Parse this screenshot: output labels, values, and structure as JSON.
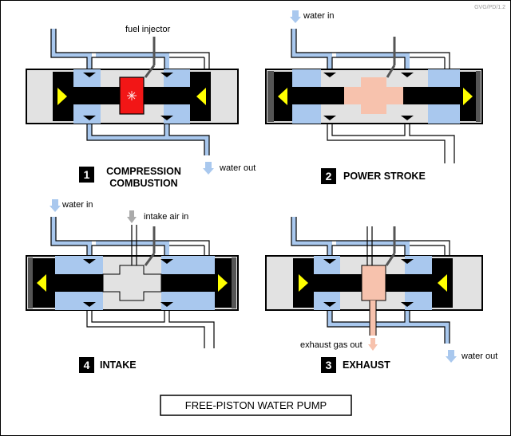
{
  "credit": "GVG/PD/1.2",
  "title": "FREE-PISTON WATER PUMP",
  "colors": {
    "water": "#a9c8ee",
    "cylinder": "#e2e2e2",
    "piston": "#000000",
    "combustion": "#f21616",
    "hot_gas": "#f7c2ad",
    "intake_air": "#e2e2e2",
    "arrow_yellow": "#ffff00"
  },
  "panels": [
    {
      "number": "1",
      "label_lines": [
        "COMPRESSION",
        "COMBUSTION"
      ],
      "labels": [
        "fuel injector",
        "water out"
      ]
    },
    {
      "number": "2",
      "label_lines": [
        "POWER STROKE"
      ],
      "labels": [
        "water in"
      ]
    },
    {
      "number": "4",
      "label_lines": [
        "INTAKE"
      ],
      "labels": [
        "water in",
        "intake air in"
      ]
    },
    {
      "number": "3",
      "label_lines": [
        "EXHAUST"
      ],
      "labels": [
        "exhaust gas out",
        "water out"
      ]
    }
  ]
}
